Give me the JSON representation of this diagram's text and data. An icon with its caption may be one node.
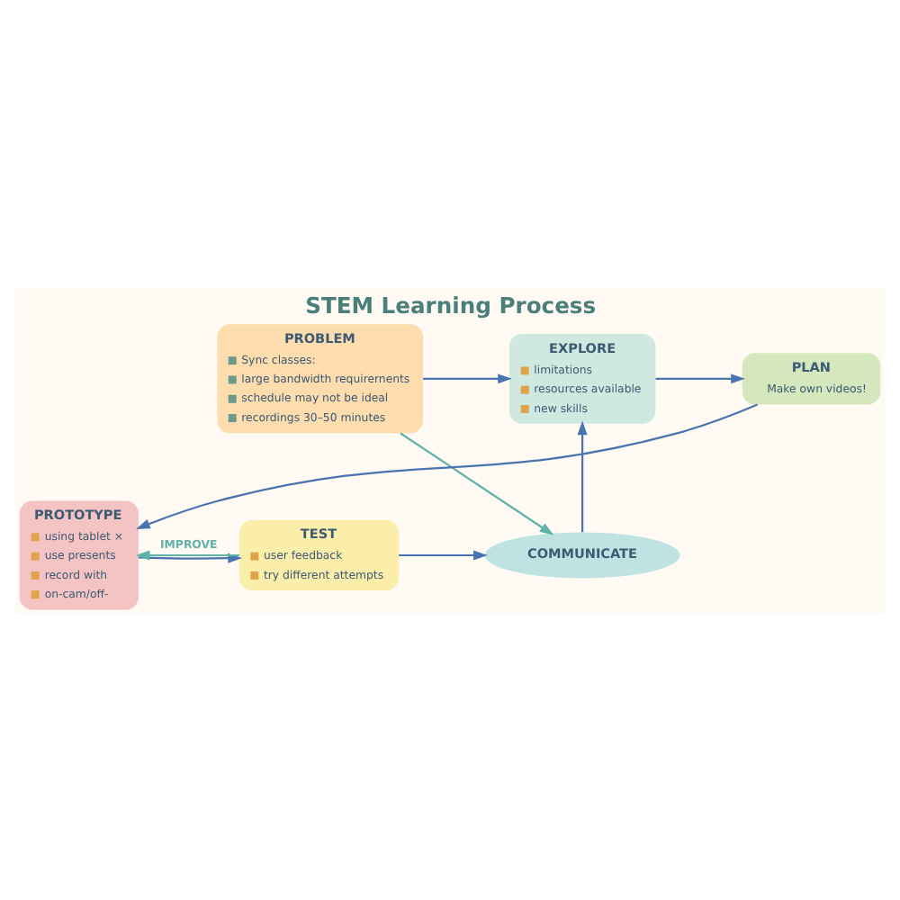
{
  "diagram": {
    "title": "STEM Learning Process",
    "nodes": [
      {
        "text": [
          "PROBLEM",
          "Sync classes:",
          "large bandwidth requirernents",
          "schedule may not be ideal",
          "recordings 30–50 minutes"
        ]
      },
      {
        "text": [
          "EXPLORE",
          "limitations",
          "resources available",
          "new skills"
        ]
      },
      {
        "text": [
          "PLAN",
          "Make own videos!"
        ]
      },
      {
        "text": [
          "PROTOTYPE",
          "using tablet ×",
          "use presents",
          "record with",
          "on-cam/off-"
        ]
      },
      {
        "text": [
          "TEST",
          "user feedback",
          "try different attempts"
        ]
      },
      {
        "text": [
          "COMMUNICATE"
        ]
      }
    ],
    "edges": [
      {
        "from": 0,
        "to": 1,
        "arrow": "to"
      },
      {
        "from": 1,
        "to": 2,
        "arrow": "to"
      },
      {
        "from": 2,
        "to": 3,
        "arrow": "to"
      },
      {
        "from": 3,
        "to": 4,
        "arrow": "to"
      },
      {
        "from": 4,
        "to": 3,
        "arrow": "to",
        "label": "IMPROVE",
        "color": "#5fb3a8"
      },
      {
        "from": 4,
        "to": 5,
        "arrow": "to"
      },
      {
        "from": 0,
        "to": 5,
        "arrow": "to",
        "color": "#5fb3a8"
      },
      {
        "from": 5,
        "to": 1,
        "arrow": "to"
      }
    ]
  }
}
